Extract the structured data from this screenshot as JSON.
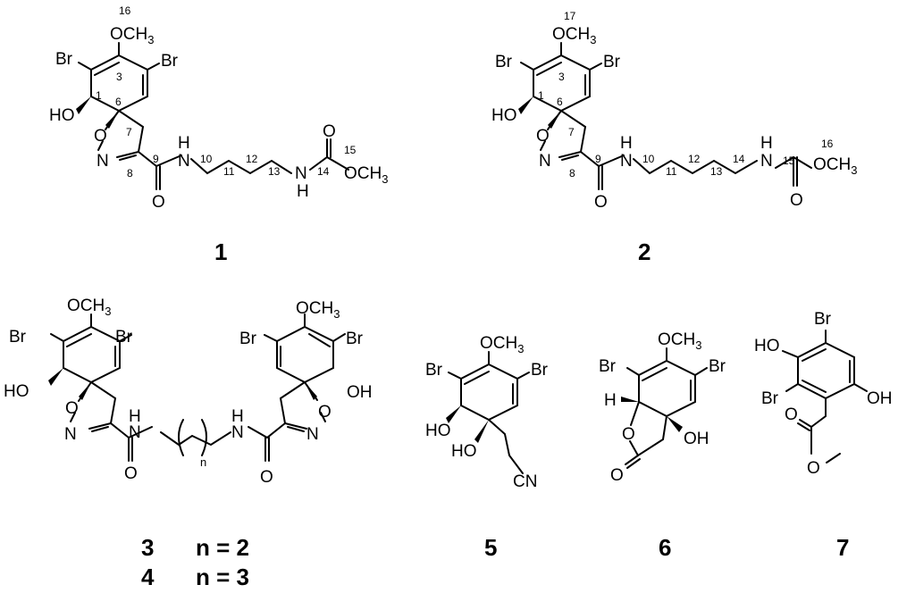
{
  "compounds": [
    {
      "id": "1",
      "atoms": {
        "ome": "OCH",
        "ome_sub": "3",
        "br_left": "Br",
        "br_right": "Br",
        "ho": "HO",
        "o_ring": "O",
        "n_ring": "N",
        "nh_amide": "N",
        "nh_amide_h": "H",
        "carbonyl_o": "O",
        "carbamate_n": "N",
        "carbamate_h": "H",
        "carbamate_o": "O",
        "carbamate_ome": "OCH",
        "carbamate_ome_sub": "3"
      },
      "numbers": {
        "c16": "16",
        "c3": "3",
        "c1": "1",
        "c6": "6",
        "c7": "7",
        "c8": "8",
        "c9": "9",
        "c10": "10",
        "c11": "11",
        "c12": "12",
        "c13": "13",
        "c14": "14",
        "c15": "15"
      }
    },
    {
      "id": "2",
      "atoms": {
        "ome": "OCH",
        "ome_sub": "3",
        "br_left": "Br",
        "br_right": "Br",
        "ho": "HO",
        "o_ring": "O",
        "n_ring": "N",
        "nh_amide": "N",
        "nh_amide_h": "H",
        "carbonyl_o": "O",
        "carbamate_n": "N",
        "carbamate_h": "H",
        "carbamate_o": "O",
        "carbamate_ome": "OCH",
        "carbamate_ome_sub": "3"
      },
      "numbers": {
        "c17": "17",
        "c3": "3",
        "c1": "1",
        "c6": "6",
        "c7": "7",
        "c8": "8",
        "c9": "9",
        "c10": "10",
        "c11": "11",
        "c12": "12",
        "c13": "13",
        "c14": "14",
        "c15": "15",
        "c16": "16"
      }
    },
    {
      "id": "3",
      "n_label": "n = 2",
      "atoms": {
        "ome_left": "OCH",
        "ome_left_sub": "3",
        "br1": "Br",
        "br2": "Br",
        "ho_left": "HO",
        "o_left": "O",
        "n_left": "N",
        "nh_left": "N",
        "nh_left_h": "H",
        "co_left": "O",
        "n_sub": "n",
        "nh_right": "N",
        "nh_right_h": "H",
        "co_right": "O",
        "n_right": "N",
        "o_right": "O",
        "oh_right": "OH",
        "ome_right": "OCH",
        "ome_right_sub": "3",
        "br3": "Br",
        "br4": "Br"
      }
    },
    {
      "id": "4",
      "n_label": "n = 3"
    },
    {
      "id": "5",
      "atoms": {
        "ome": "OCH",
        "ome_sub": "3",
        "br_left": "Br",
        "br_right": "Br",
        "ho1": "HO",
        "ho2": "HO",
        "cn": "CN"
      }
    },
    {
      "id": "6",
      "atoms": {
        "ome": "OCH",
        "ome_sub": "3",
        "br_left": "Br",
        "br_right": "Br",
        "h": "H",
        "o_lactone": "O",
        "co": "O",
        "oh": "OH"
      }
    },
    {
      "id": "7",
      "atoms": {
        "br_top": "Br",
        "ho": "HO",
        "br_left": "Br",
        "oh": "OH",
        "o_carbonyl": "O",
        "o_ester": "O"
      }
    }
  ]
}
